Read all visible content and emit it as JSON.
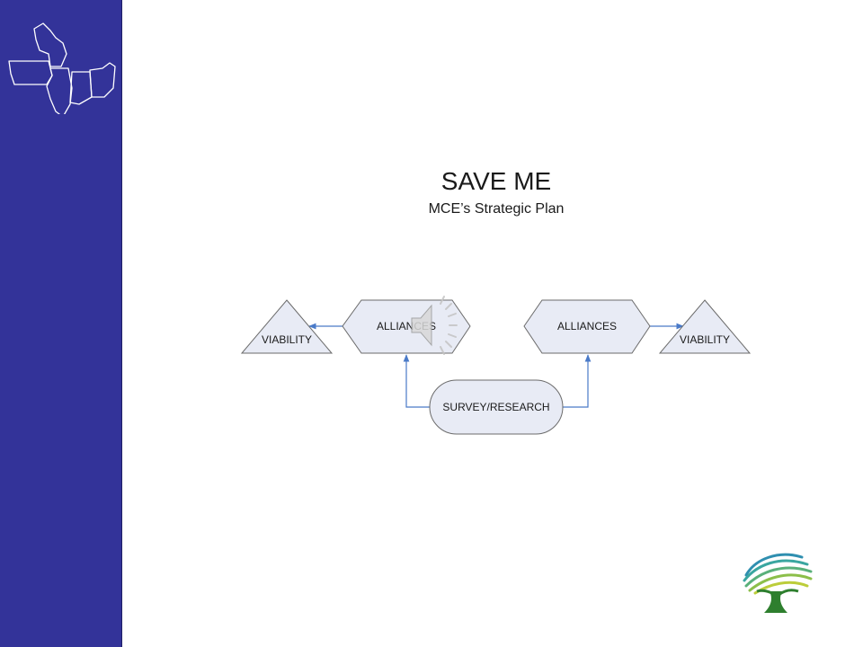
{
  "slide": {
    "title": "SAVE ME",
    "subtitle": "MCE’s Strategic Plan"
  },
  "diagram": {
    "nodes": {
      "viability_left": "VIABILITY",
      "alliances_left": "ALLIANCES",
      "alliances_right": "ALLIANCES",
      "viability_right": "VIABILITY",
      "survey_research": "SURVEY/RESEARCH"
    },
    "edges": [
      {
        "from": "survey_research",
        "to": "alliances_left"
      },
      {
        "from": "survey_research",
        "to": "alliances_right"
      },
      {
        "from": "alliances_left",
        "to": "viability_left"
      },
      {
        "from": "alliances_right",
        "to": "viability_right"
      }
    ]
  },
  "colors": {
    "sidebar": "#333399",
    "shape_fill": "#e8ebf5",
    "connector": "#4a7ac8"
  },
  "icons": [
    "midwest-states-map-icon",
    "speaker-audio-icon",
    "tree-logo-icon"
  ]
}
